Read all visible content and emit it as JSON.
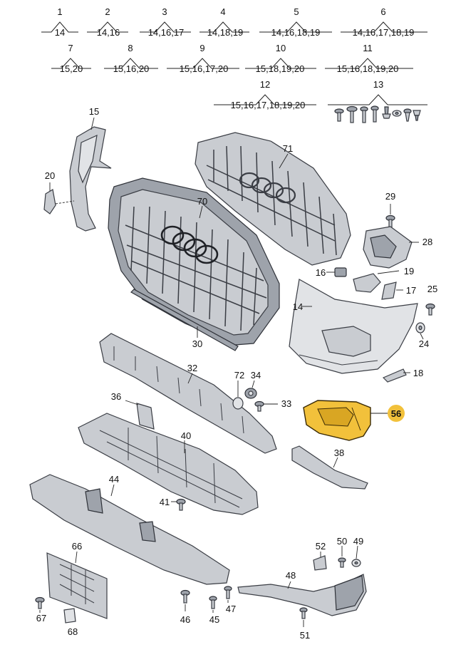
{
  "legend_groups": [
    {
      "number": "1",
      "refs": "14"
    },
    {
      "number": "2",
      "refs": "14,16"
    },
    {
      "number": "3",
      "refs": "14,16,17"
    },
    {
      "number": "4",
      "refs": "14,18,19"
    },
    {
      "number": "5",
      "refs": "14,16,18,19"
    },
    {
      "number": "6",
      "refs": "14,16,17,18,19"
    },
    {
      "number": "7",
      "refs": "15,20"
    },
    {
      "number": "8",
      "refs": "15,16,20"
    },
    {
      "number": "9",
      "refs": "15,16,17,20"
    },
    {
      "number": "10",
      "refs": "15,18,19,20"
    },
    {
      "number": "11",
      "refs": "15,16,18,19,20"
    },
    {
      "number": "12",
      "refs": "15,16,17,18,19,20"
    },
    {
      "number": "13",
      "refs": ""
    }
  ],
  "callouts": {
    "p14": "14",
    "p15": "15",
    "p16": "16",
    "p17": "17",
    "p18": "18",
    "p19": "19",
    "p20": "20",
    "p24": "24",
    "p25": "25",
    "p28": "28",
    "p29": "29",
    "p30": "30",
    "p32": "32",
    "p33": "33",
    "p34": "34",
    "p36": "36",
    "p38": "38",
    "p40": "40",
    "p41": "41",
    "p44": "44",
    "p45": "45",
    "p46": "46",
    "p47": "47",
    "p48": "48",
    "p49": "49",
    "p50": "50",
    "p51": "51",
    "p52": "52",
    "p56": "56",
    "p66": "66",
    "p67": "67",
    "p68": "68",
    "p70": "70",
    "p71": "71",
    "p72": "72"
  },
  "colors": {
    "highlight": "#f2c13b",
    "part_fill": "#c9ccd1",
    "outline": "#3a3d44"
  }
}
